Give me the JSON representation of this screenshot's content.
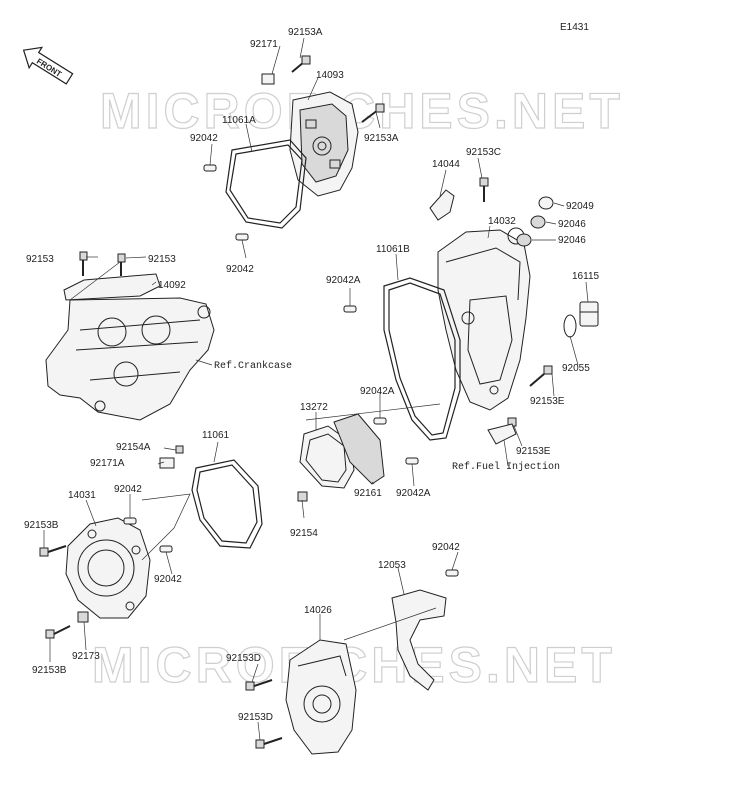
{
  "diagram_code": "E1431",
  "front_label": "FRONT",
  "watermark": "MICROFICHES.NET",
  "labels": {
    "p92153A_top": "92153A",
    "p92171": "92171",
    "p14093": "14093",
    "p11061A": "11061A",
    "p92042_a": "92042",
    "p92153A_b": "92153A",
    "p92042_b": "92042",
    "p14044": "14044",
    "p92153C": "92153C",
    "p92049": "92049",
    "p92046_a": "92046",
    "p92046_b": "92046",
    "p14032": "14032",
    "p11061B": "11061B",
    "p16115": "16115",
    "p92042A_a": "92042A",
    "p92153_a": "92153",
    "p92153_b": "92153",
    "p14092": "14092",
    "ref_crankcase": "Ref.Crankcase",
    "p92055": "92055",
    "p92042A_b": "92042A",
    "p92153E_a": "92153E",
    "p13272": "13272",
    "p11061": "11061",
    "p92154A": "92154A",
    "p92171A": "92171A",
    "p92153E_b": "92153E",
    "ref_fuel_injection": "Ref.Fuel Injection",
    "p92042_c": "92042",
    "p14031": "14031",
    "p92161": "92161",
    "p92042A_c": "92042A",
    "p92153B_a": "92153B",
    "p92154": "92154",
    "p92042_d": "92042",
    "p92042_e": "92042",
    "p12053": "12053",
    "p14026": "14026",
    "p92173": "92173",
    "p92153B_b": "92153B",
    "p92153D_a": "92153D",
    "p92153D_b": "92153D"
  }
}
